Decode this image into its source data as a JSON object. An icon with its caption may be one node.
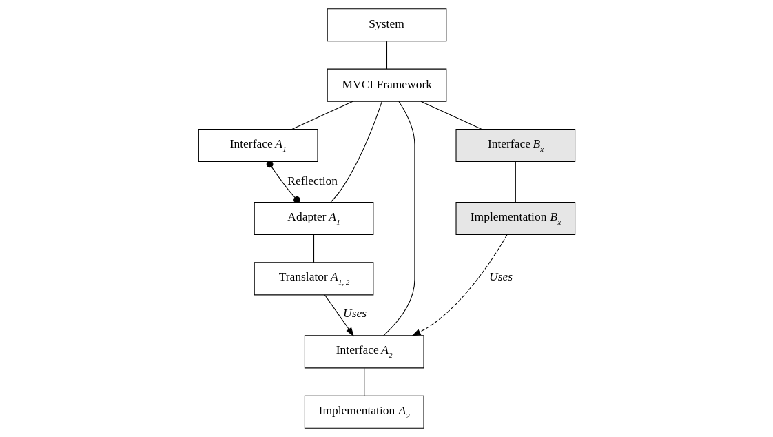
{
  "diagram": {
    "nodes": [
      {
        "text": [
          "System"
        ]
      },
      {
        "text": [
          "MVCI Framework"
        ]
      },
      {
        "text": [
          "Interface *A*$_{1}$"
        ]
      },
      {
        "text": [
          "Adapter *A*$_{1}$"
        ]
      },
      {
        "text": [
          "Translator *A*$_{1, 2}$"
        ]
      },
      {
        "text": [
          "Interface *A*$_{2}$"
        ]
      },
      {
        "text": [
          "Implementation *A*$_{2}$"
        ]
      },
      {
        "text": [
          "Interface *B*$_{x}$"
        ]
      },
      {
        "text": [
          "Implementation *B*$_{x}$"
        ]
      }
    ],
    "edges": [
      {
        "from": 0,
        "to": 1,
        "arrow": "none"
      },
      {
        "from": 1,
        "to": 2,
        "arrow": "none"
      },
      {
        "from": 1,
        "to": 3,
        "arrow": "none"
      },
      {
        "from": 1,
        "to": 5,
        "arrow": "none"
      },
      {
        "from": 1,
        "to": 7,
        "arrow": "none"
      },
      {
        "from": 2,
        "to": 3,
        "arrow": "other",
        "label": "Reflection"
      },
      {
        "from": 3,
        "to": 4,
        "arrow": "none"
      },
      {
        "from": 4,
        "to": 5,
        "arrow": "to",
        "label": "Uses"
      },
      {
        "from": 5,
        "to": 6,
        "arrow": "none"
      },
      {
        "from": 7,
        "to": 8,
        "arrow": "none"
      },
      {
        "from": 8,
        "to": 5,
        "arrow": "to",
        "label": "Uses",
        "style": "dashed"
      }
    ]
  }
}
